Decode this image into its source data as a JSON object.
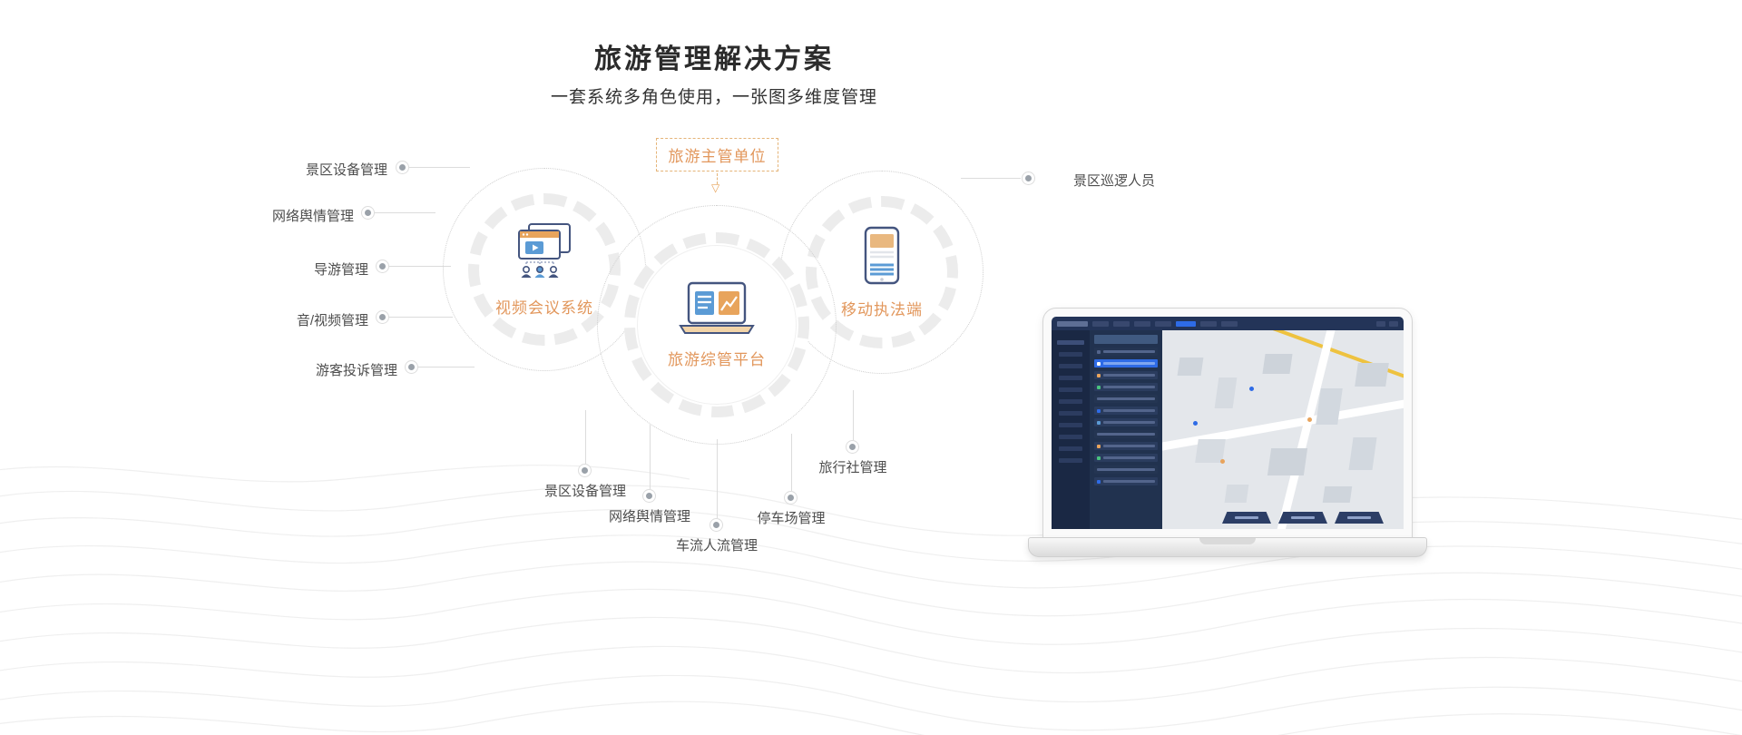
{
  "page": {
    "title": "旅游管理解决方案",
    "subtitle": "一套系统多角色使用，一张图多维度管理"
  },
  "diagram": {
    "authority_box": {
      "label": "旅游主管单位"
    },
    "nodes": {
      "video": {
        "label": "视频会议系统"
      },
      "platform": {
        "label": "旅游综管平台"
      },
      "mobile": {
        "label": "移动执法端"
      }
    },
    "left_labels": [
      "景区设备管理",
      "网络舆情管理",
      "导游管理",
      "音/视频管理",
      "游客投诉管理"
    ],
    "right_labels": [
      "景区巡逻人员"
    ],
    "bottom_labels": [
      "景区设备管理",
      "网络舆情管理",
      "车流人流管理",
      "停车场管理",
      "旅行社管理"
    ]
  },
  "icons": {
    "arrow_down": "▽"
  },
  "colors": {
    "accent_orange": "#E2975C",
    "outline_navy": "#44557F",
    "accent_blue": "#5B9BD5",
    "line_gray": "#DCDCDC",
    "highlight_blue": "#2E6BE6"
  }
}
